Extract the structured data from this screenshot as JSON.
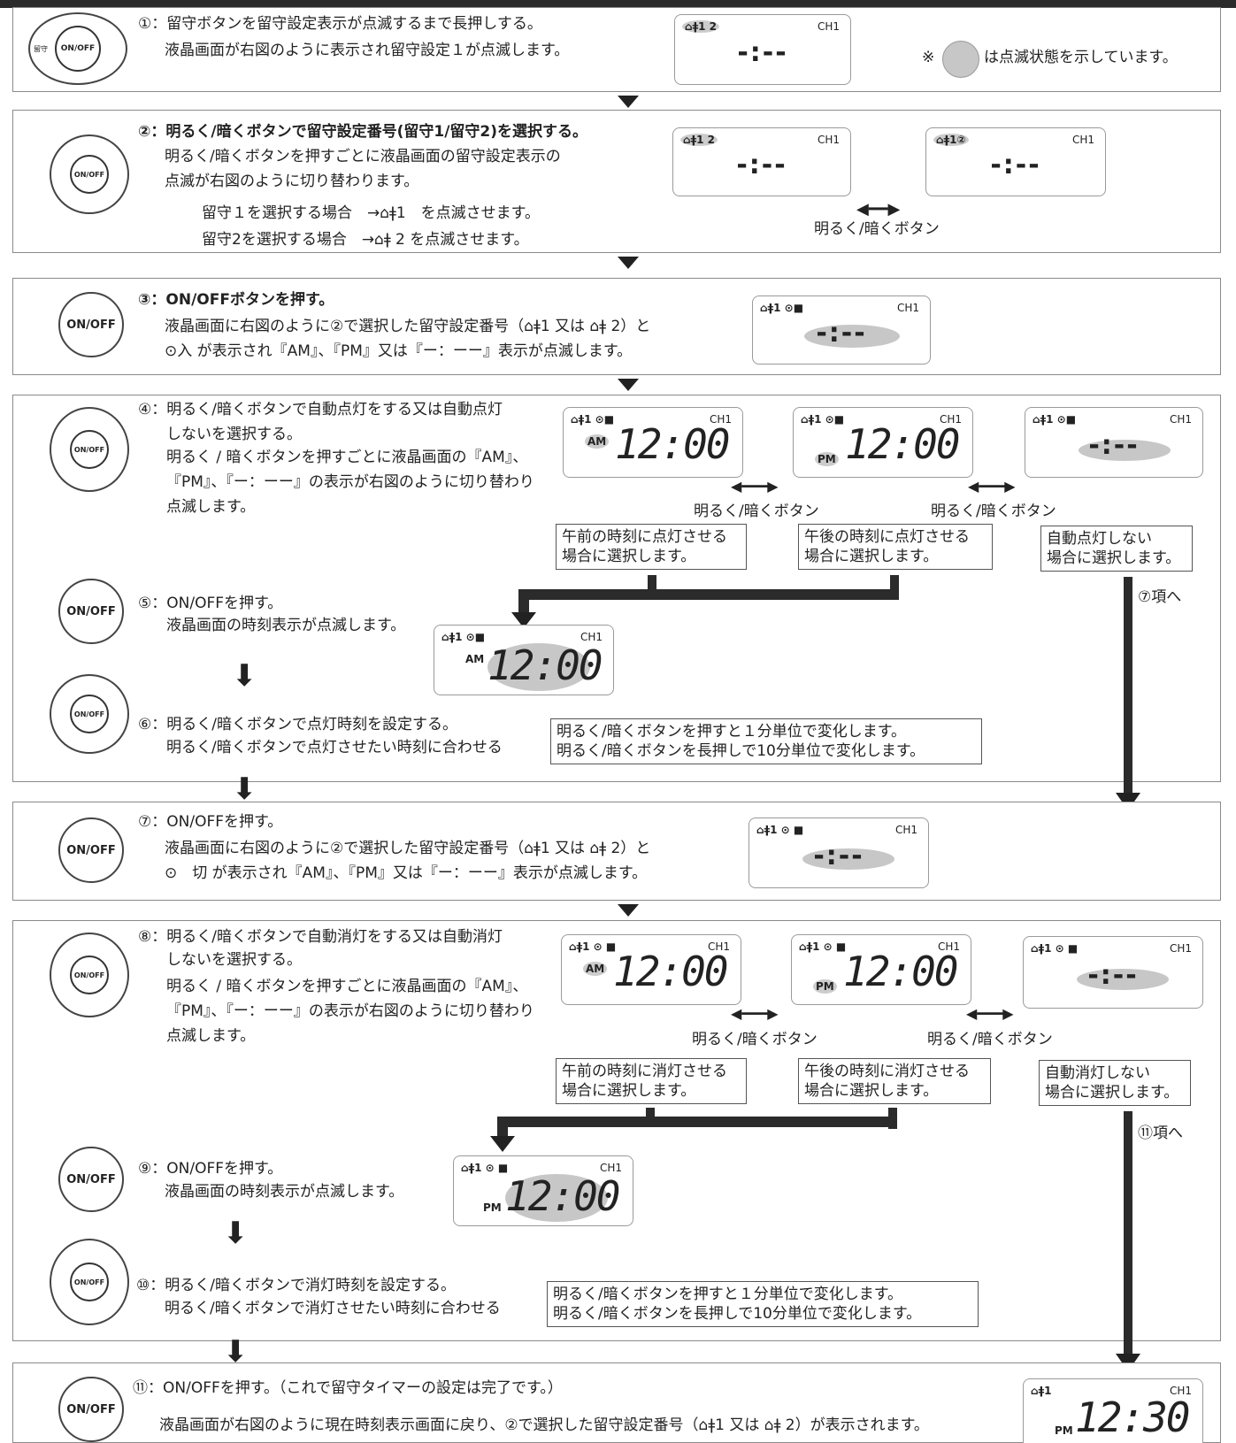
{
  "steps": {
    "s1": {
      "line1": "①：留守ボタンを留守設定表示が点滅するまで長押しする。",
      "line2": "液晶画面が右図のように表示され留守設定１が点滅します。",
      "note_prefix": "※",
      "note_suffix": "は点滅状態を示しています。"
    },
    "s2": {
      "line1": "②：明るく/暗くボタンで留守設定番号(留守1/留守2)を選択する。",
      "line2": "明るく/暗くボタンを押すごとに液晶画面の留守設定表示の",
      "line3": "点滅が右図のように切り替わります。",
      "opt1": "留守１を選択する場合　→⌂ǂ1　を点滅させます。",
      "opt2": "留守2を選択する場合　→⌂ǂ 2 を点滅させます。",
      "caption": "明るく/暗くボタン"
    },
    "s3": {
      "line1": "③：ON/OFFボタンを押す。",
      "line2": "液晶画面に右図のように②で選択した留守設定番号（⌂ǂ1 又は ⌂ǂ 2）と",
      "line3": "⊙入 が表示され『AM』、『PM』又は『ー：ーー』表示が点滅します。"
    },
    "s4": {
      "line1": "④：明るく/暗くボタンで自動点灯をする又は自動点灯",
      "line2": "しないを選択する。",
      "line3": "明るく / 暗くボタンを押すごとに液晶画面の『AM』、",
      "line4": "『PM』、『ー：ーー』の表示が右図のように切り替わり",
      "line5": "点滅します。",
      "caption1": "明るく/暗くボタン",
      "caption2": "明るく/暗くボタン",
      "box1": [
        "午前の時刻に点灯させる",
        "場合に選択します。"
      ],
      "box2": [
        "午後の時刻に点灯させる",
        "場合に選択します。"
      ],
      "box3": [
        "自動点灯しない",
        "場合に選択します。"
      ],
      "jump": "⑦項へ"
    },
    "s5": {
      "line1": "⑤：ON/OFFを押す。",
      "line2": "液晶画面の時刻表示が点滅します。"
    },
    "s6": {
      "line1": "⑥：明るく/暗くボタンで点灯時刻を設定する。",
      "line2": "明るく/暗くボタンで点灯させたい時刻に合わせる",
      "box": [
        "明るく/暗くボタンを押すと１分単位で変化します。",
        "明るく/暗くボタンを長押しで10分単位で変化します。"
      ]
    },
    "s7": {
      "line1": "⑦：ON/OFFを押す。",
      "line2": "液晶画面に右図のように②で選択した留守設定番号（⌂ǂ1 又は ⌂ǂ 2）と",
      "line3": "⊙　切 が表示され『AM』、『PM』又は『ー：ーー』表示が点滅します。"
    },
    "s8": {
      "line1": "⑧：明るく/暗くボタンで自動消灯をする又は自動消灯",
      "line2": "しないを選択する。",
      "line3": "明るく / 暗くボタンを押すごとに液晶画面の『AM』、",
      "line4": "『PM』、『ー：ーー』の表示が右図のように切り替わり",
      "line5": "点滅します。",
      "caption1": "明るく/暗くボタン",
      "caption2": "明るく/暗くボタン",
      "box1": [
        "午前の時刻に消灯させる",
        "場合に選択します。"
      ],
      "box2": [
        "午後の時刻に消灯させる",
        "場合に選択します。"
      ],
      "box3": [
        "自動消灯しない",
        "場合に選択します。"
      ],
      "jump": "⑪項へ"
    },
    "s9": {
      "line1": "⑨：ON/OFFを押す。",
      "line2": "液晶画面の時刻表示が点滅します。"
    },
    "s10": {
      "line1": "⑩：明るく/暗くボタンで消灯時刻を設定する。",
      "line2": "明るく/暗くボタンで消灯させたい時刻に合わせる",
      "box": [
        "明るく/暗くボタンを押すと１分単位で変化します。",
        "明るく/暗くボタンを長押しで10分単位で変化します。"
      ]
    },
    "s11": {
      "line1": "⑪：ON/OFFを押す。（これで留守タイマーの設定は完了です。）",
      "line2": "液晶画面が右図のように現在時刻表示画面に戻り、②で選択した留守設定番号（⌂ǂ1 又は ⌂ǂ 2）が表示されます。"
    }
  },
  "lcd": {
    "ch": "CH1",
    "dash": "-:--",
    "time_1200": "12:00",
    "time_1230": "12:30",
    "am": "AM",
    "pm": "PM",
    "ind_rusu": "⌂ǂ1",
    "ind_rusu2": "⌂ǂ1②",
    "ind_rusu12": "⌂ǂ1 2",
    "ind_on": "⌂ǂ1 ⊙■",
    "ind_off": "⌂ǂ1 ⊙ ■"
  },
  "buttons": {
    "onoff": "ON/OFF",
    "up": "明るく",
    "down": "暗く",
    "rusu": "留守"
  }
}
